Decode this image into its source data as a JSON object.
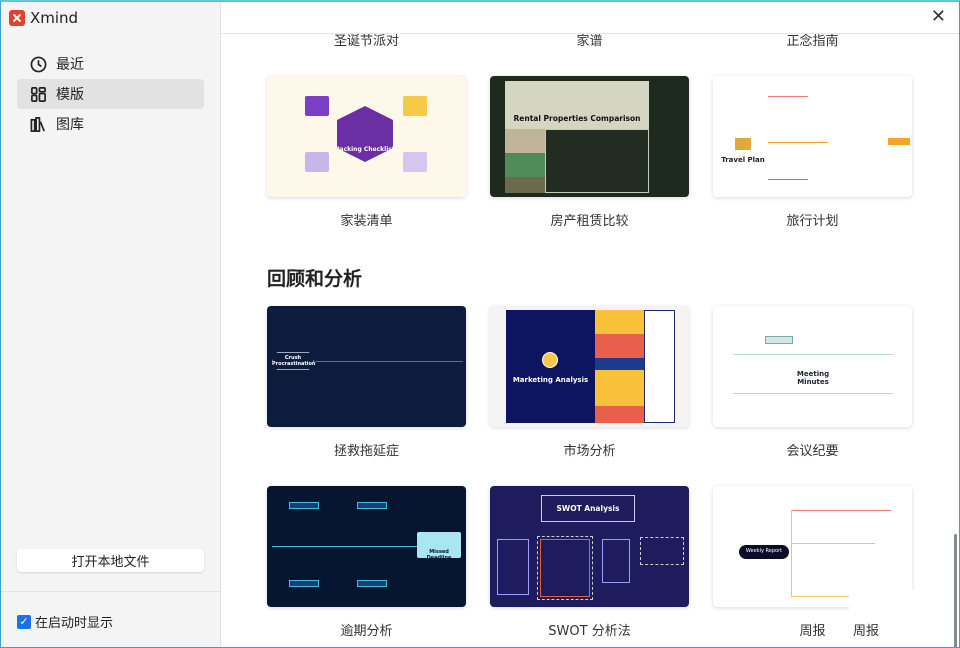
{
  "app": {
    "title": "Xmind"
  },
  "sidebar": {
    "items": [
      {
        "label": "最近",
        "icon": "clock-icon"
      },
      {
        "label": "模版",
        "icon": "template-grid-icon",
        "active": true
      },
      {
        "label": "图库",
        "icon": "library-icon"
      }
    ],
    "open_local_file": "打开本地文件",
    "show_on_startup": "在启动时显示",
    "show_on_startup_checked": true
  },
  "header": {
    "close_icon": "close-icon"
  },
  "top_row_labels": [
    "圣诞节派对",
    "家谱",
    "正念指南"
  ],
  "section1": {
    "templates": [
      {
        "label": "家装清单",
        "thumb_title": "Packing Checklist"
      },
      {
        "label": "房产租赁比较",
        "thumb_title": "Rental Properties Comparison"
      },
      {
        "label": "旅行计划",
        "thumb_title": "Travel Plan"
      }
    ]
  },
  "section2": {
    "heading": "回顾和分析",
    "templates": [
      {
        "label": "拯救拖延症",
        "thumb_title": "Crush Procrastination"
      },
      {
        "label": "市场分析",
        "thumb_title": "Marketing Analysis"
      },
      {
        "label": "会议纪要",
        "thumb_title": "Meeting Minutes"
      },
      {
        "label": "逾期分析",
        "thumb_title": "Missed Deadline"
      },
      {
        "label": "SWOT 分析法",
        "thumb_title": "SWOT Analysis"
      },
      {
        "label": "周报",
        "thumb_title": "Weekly Report"
      }
    ],
    "duplicate_label": "周报"
  },
  "colors": {
    "accent": "#1a73e8",
    "brand": "#e0422b"
  }
}
